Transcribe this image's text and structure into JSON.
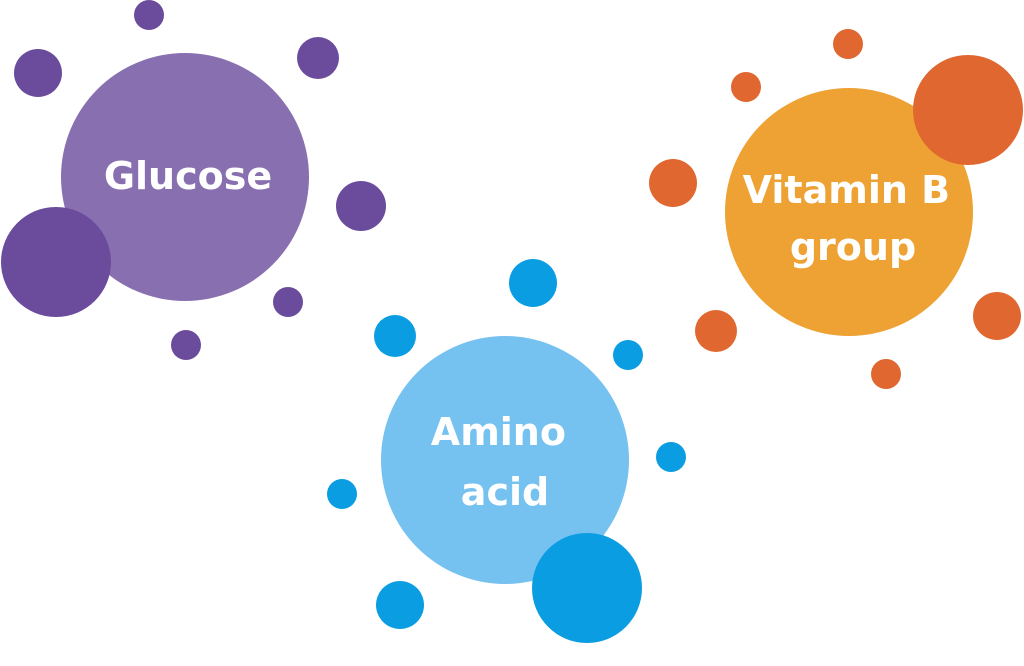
{
  "clusters": [
    {
      "id": "glucose",
      "lines": [
        "Glucose"
      ],
      "main_color": "#876fb0",
      "satellite_color": "#6b4c9c"
    },
    {
      "id": "amino-acid",
      "lines": [
        "Amino",
        "acid"
      ],
      "main_color": "#75c1f0",
      "satellite_color": "#0b9de2"
    },
    {
      "id": "vitamin-b-group",
      "lines": [
        "Vitamin B",
        "group"
      ],
      "main_color": "#eda233",
      "satellite_color": "#e0672f"
    }
  ]
}
